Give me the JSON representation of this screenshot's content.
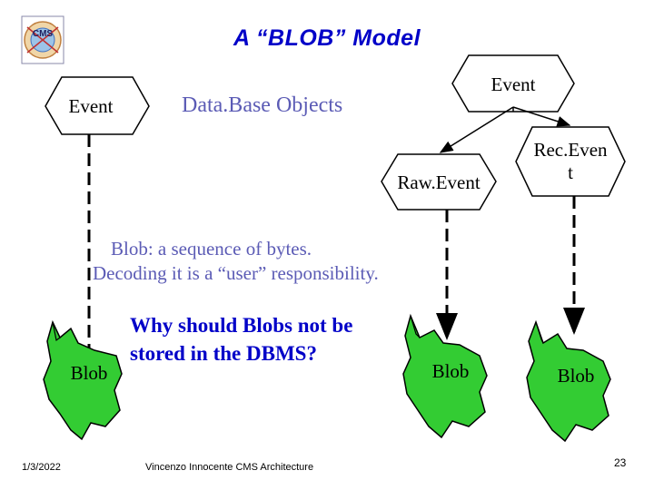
{
  "title": "A “BLOB” Model",
  "logo": {
    "icon": "cms-detector-logo",
    "text": "CMS"
  },
  "nodes": {
    "event_left": "Event",
    "event_top": "Event",
    "raw_event": "Raw.Event",
    "rec_event_line1": "Rec.Even",
    "rec_event_line2": "t"
  },
  "labels": {
    "db_objects": "Data.Base Objects",
    "note_line1": "Blob: a sequence of bytes.",
    "note_line2": "Decoding it is a “user” responsibility.",
    "question_line1": "Why should Blobs not be",
    "question_line2": "stored in the DBMS?"
  },
  "blobs": [
    "Blob",
    "Blob",
    "Blob"
  ],
  "footer": {
    "date": "1/3/2022",
    "author": "Vincenzo Innocente CMS Architecture",
    "page": "23"
  },
  "colors": {
    "title": "#0000c8",
    "note": "#5b5bb5",
    "blob_fill": "#33cc33"
  }
}
